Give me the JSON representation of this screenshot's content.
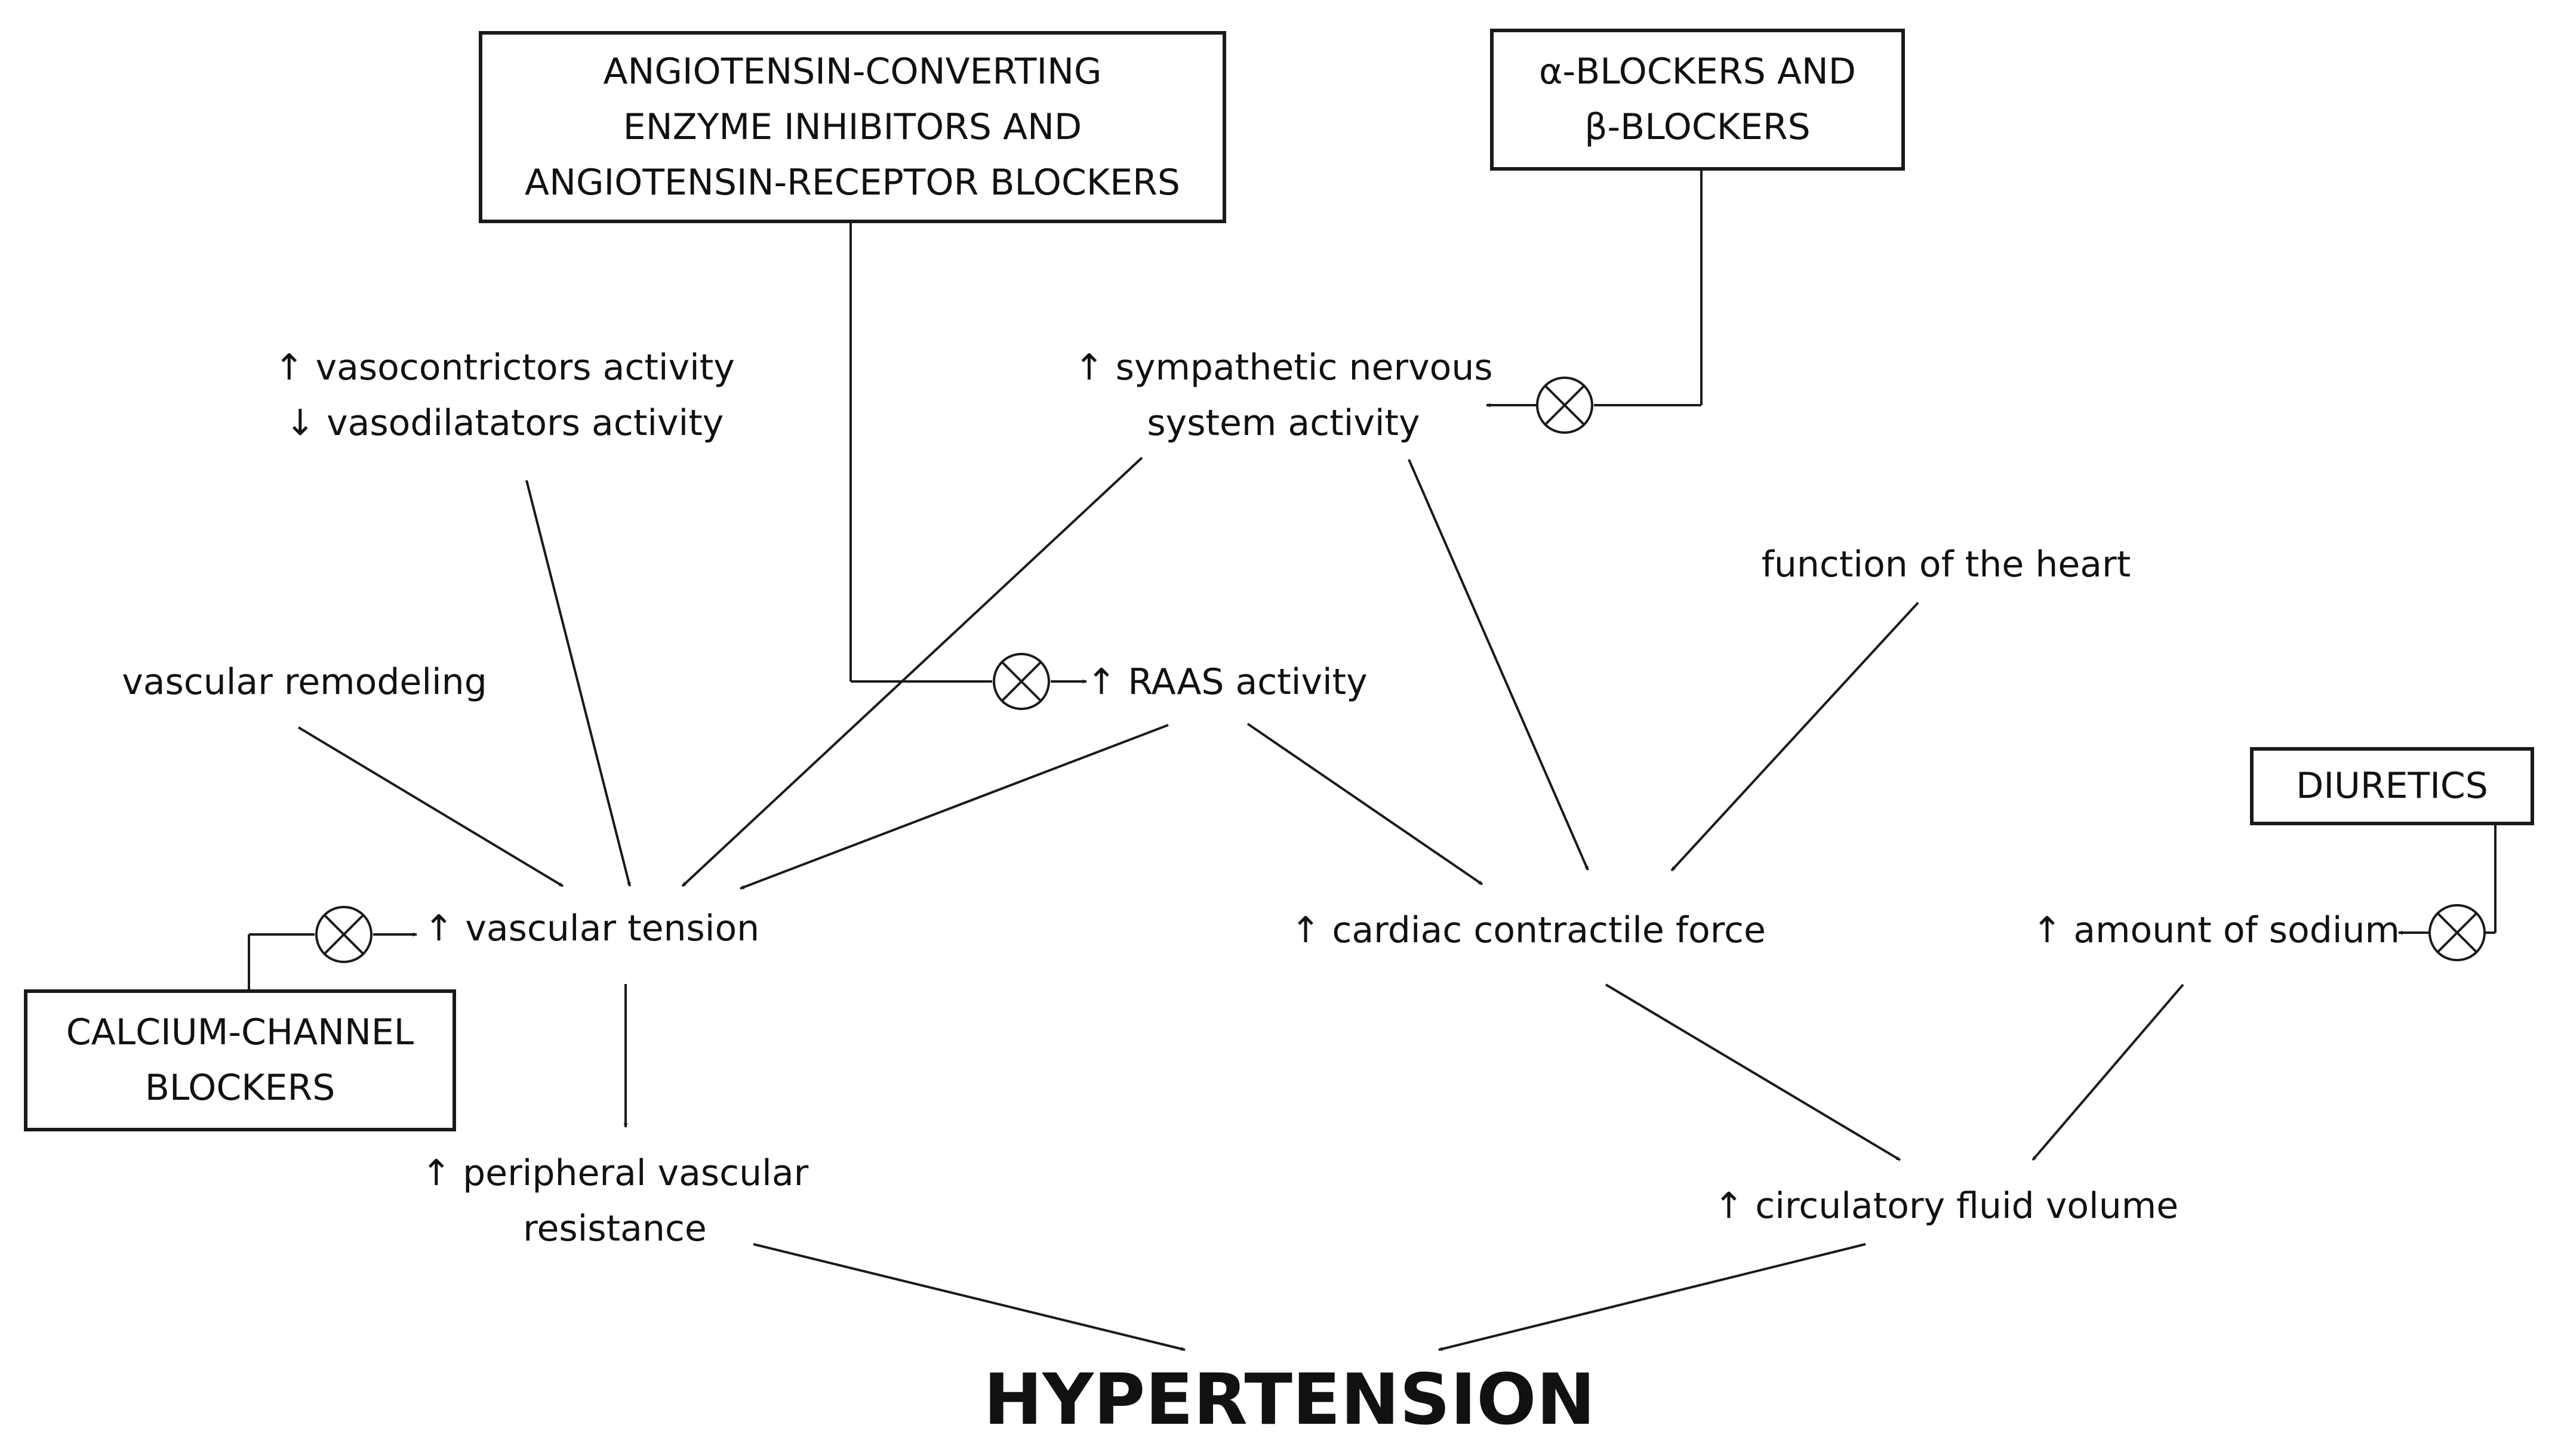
{
  "drug_classes": {
    "ace_arb": [
      "ANGIOTENSIN-CONVERTING",
      "ENZYME INHIBITORS AND",
      "ANGIOTENSIN-RECEPTOR BLOCKERS"
    ],
    "alpha_beta": [
      "α-BLOCKERS AND",
      "β-BLOCKERS"
    ],
    "diuretics": [
      "DIURETICS"
    ],
    "calcium": [
      "CALCIUM-CHANNEL",
      "BLOCKERS"
    ]
  },
  "factors": {
    "vaso_activity": [
      "↑ vasocontrictors activity",
      "↓ vasodilatators activity"
    ],
    "sympathetic": [
      "↑ sympathetic nervous",
      "system activity"
    ],
    "heart_function": "function of the heart",
    "vascular_remodeling": "vascular remodeling",
    "raas": "↑ RAAS activity",
    "vascular_tension": "↑ vascular tension",
    "cardiac_force": "↑ cardiac contractile force",
    "sodium": "↑ amount of sodium",
    "peripheral_resistance": [
      "↑ peripheral vascular",
      "resistance"
    ],
    "fluid_volume": "↑ circulatory fluid volume"
  },
  "outcome": "HYPERTENSION",
  "inhibitor_symbol": "inhibition-mark"
}
